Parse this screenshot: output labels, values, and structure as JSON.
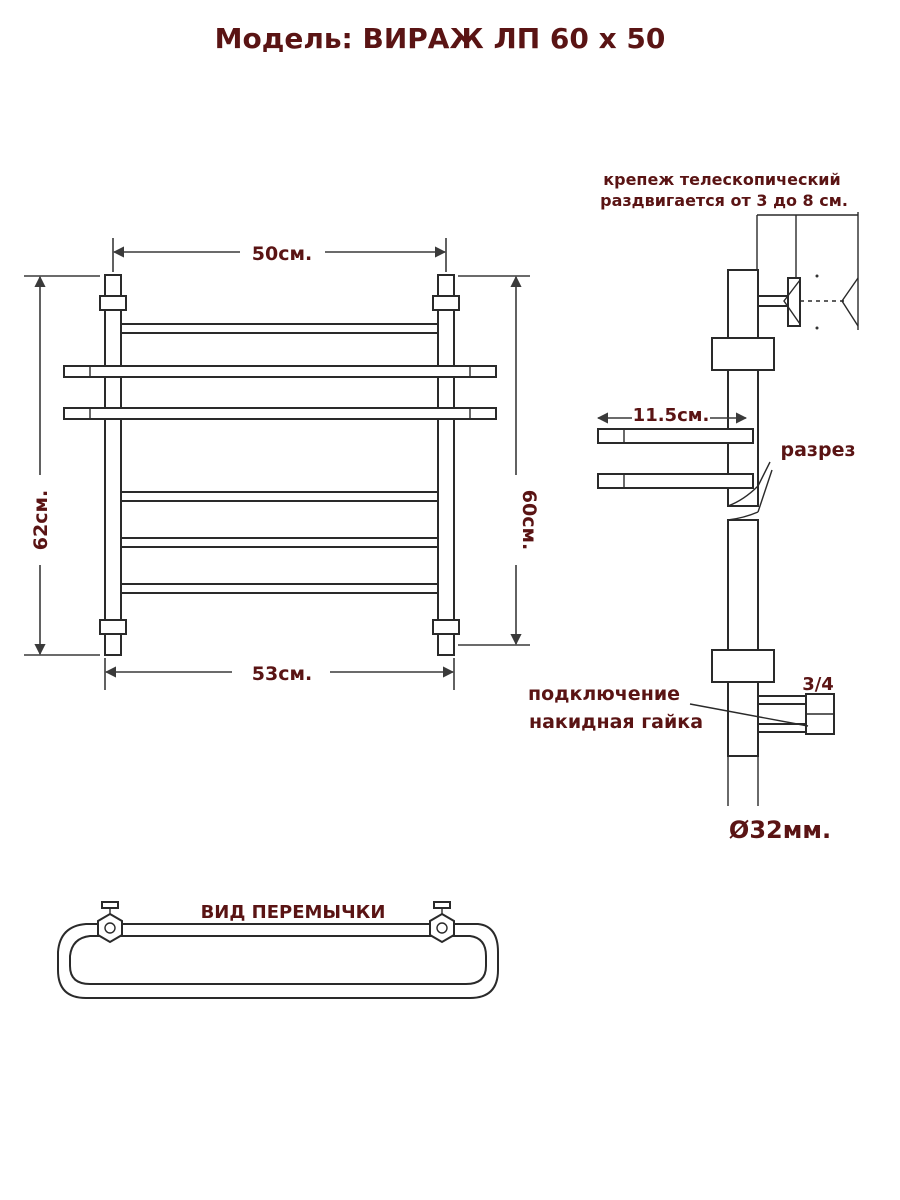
{
  "title": "Модель: ВИРАЖ ЛП 60 х 50",
  "front_view": {
    "width_top": "50см.",
    "width_bottom": "53см.",
    "height_left": "62см.",
    "height_right": "60см."
  },
  "side_view": {
    "mount_note_line1": "крепеж телескопический",
    "mount_note_line2": "раздвигается от 3 до 8 см.",
    "shelf_depth": "11.5см.",
    "cut_label": "разрез",
    "thread_size": "3/4",
    "connection_line1": "подключение",
    "connection_line2": "накидная гайка",
    "pipe_diameter": "Ø32мм."
  },
  "bridge_view": {
    "label": "ВИД ПЕРЕМЫЧКИ"
  }
}
